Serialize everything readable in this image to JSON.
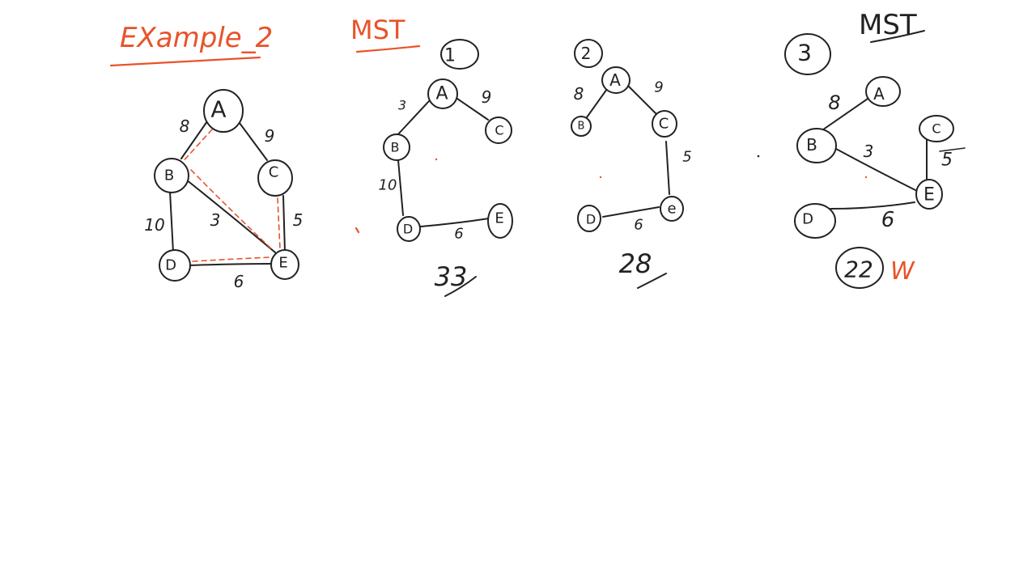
{
  "colors": {
    "ink": "#222222",
    "accent": "#e8532a",
    "background": "#ffffff"
  },
  "headings": {
    "example": "EXample_2",
    "mst_left": "MST",
    "mst_right": "MST"
  },
  "graphs": {
    "original": {
      "nodes": {
        "A": "A",
        "B": "B",
        "C": "C",
        "D": "D",
        "E": "E"
      },
      "weights": {
        "AB": "8",
        "AC": "9",
        "BD": "10",
        "BE": "3",
        "CE": "5",
        "DE": "6"
      }
    },
    "tree1": {
      "number": "1",
      "nodes": {
        "A": "A",
        "B": "B",
        "C": "C",
        "D": "D",
        "E": "E"
      },
      "weights": {
        "AB": "3",
        "AC": "9",
        "BD": "10",
        "DE": "6"
      },
      "total": "33"
    },
    "tree2": {
      "number": "2",
      "nodes": {
        "A": "A",
        "B": "B",
        "C": "C",
        "D": "D",
        "E": "e"
      },
      "weights": {
        "AB": "8",
        "AC": "9",
        "CE": "5",
        "DE": "6"
      },
      "total": "28"
    },
    "tree3": {
      "number": "3",
      "nodes": {
        "A": "A",
        "B": "B",
        "C": "C",
        "D": "D",
        "E": "E"
      },
      "weights": {
        "AB": "8",
        "BE": "3",
        "CE": "5",
        "DE": "6"
      },
      "total": "22",
      "mark": "W"
    }
  }
}
